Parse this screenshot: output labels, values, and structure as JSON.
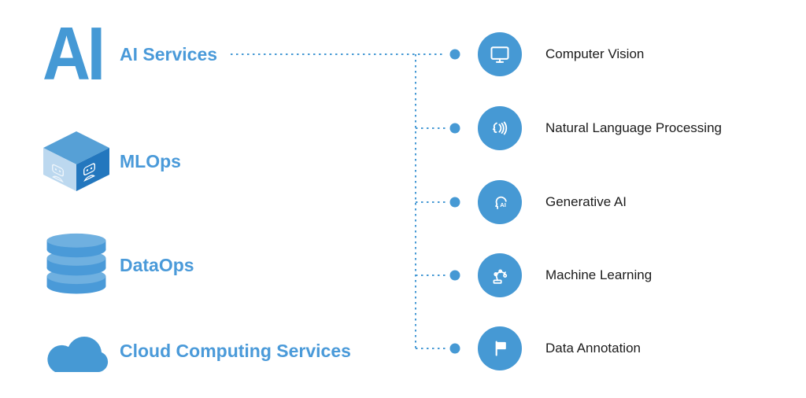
{
  "diagram": {
    "title_logo": "AI",
    "left_items": [
      {
        "label": "AI Services"
      },
      {
        "label": "MLOps"
      },
      {
        "label": "DataOps"
      },
      {
        "label": "Cloud Computing Services"
      }
    ],
    "right_items": [
      {
        "label": "Computer Vision"
      },
      {
        "label": "Natural Language Processing"
      },
      {
        "label": "Generative AI"
      },
      {
        "label": "Machine Learning"
      },
      {
        "label": "Data Annotation"
      }
    ],
    "icons": {
      "generative_ai_text": "AI"
    },
    "colors": {
      "accent_blue": "#4699d4",
      "label_blue": "#4a9ad9",
      "text_dark": "#1b1b1b",
      "cube_top": "#56a0d6",
      "cube_left": "#bcd8ef",
      "cube_right": "#2377be",
      "disk_body": "#4a9ad8",
      "disk_top": "#6fb0e0"
    }
  }
}
